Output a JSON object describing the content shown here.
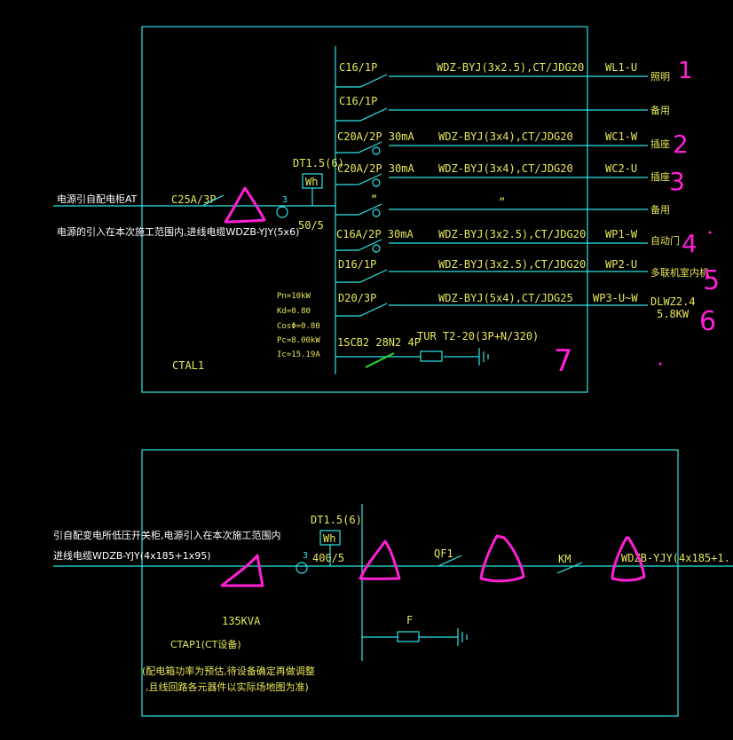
{
  "top_panel": {
    "incoming_line": "电源引自配电柜AT",
    "incoming_note": "电源的引入在本次施工范围内,进线电缆WDZB-YJY(5x6)",
    "main_breaker": "C25A/3P",
    "meter_label": "DT1.5(6)",
    "meter_symbol": "Wh",
    "ct_count": "3",
    "ct_ratio": "50/5",
    "params": [
      "Pn=10kW",
      "Kd=0.80",
      "CosΦ=0.80",
      "Pc=8.00kW",
      "Ic=15.19A"
    ],
    "panel_name": "CTAL1",
    "circuits": [
      {
        "breaker": "C16/1P",
        "cable": "WDZ-BYJ(3x2.5),CT/JDG20",
        "id": "WL1-U",
        "use": "照明"
      },
      {
        "breaker": "C16/1P",
        "cable": "",
        "id": "",
        "use": "备用"
      },
      {
        "breaker": "C20A/2P 30mA",
        "cable": "WDZ-BYJ(3x4),CT/JDG20",
        "id": "WC1-W",
        "use": "插座"
      },
      {
        "breaker": "C20A/2P 30mA",
        "cable": "WDZ-BYJ(3x4),CT/JDG20",
        "id": "WC2-U",
        "use": "插座"
      },
      {
        "breaker": "",
        "cable": "”",
        "id": "",
        "use": "备用"
      },
      {
        "breaker": "C16A/2P 30mA",
        "cable": "WDZ-BYJ(3x2.5),CT/JDG20",
        "id": "WP1-W",
        "use": "自动门"
      },
      {
        "breaker": "D16/1P",
        "cable": "WDZ-BYJ(3x2.5),CT/JDG20",
        "id": "WP2-U",
        "use": "多联机室内机"
      },
      {
        "breaker": "D20/3P",
        "cable": "WDZ-BYJ(5x4),CT/JDG25",
        "id": "WP3-U~W",
        "use": "DLWZ2.4"
      }
    ],
    "load_note": "5.8KW",
    "spd_breaker": "1SCB2 28N2 4P",
    "spd_label": "TUR T2-20(3P+N/320)",
    "tick_mark": "”"
  },
  "bottom_panel": {
    "incoming_line": "引自配变电所低压开关柜,电源引入在本次施工范围内",
    "incoming_cable": "进线电缆WDZB-YJY(4x185+1x95)",
    "meter_label": "DT1.5(6)",
    "meter_symbol": "Wh",
    "ct_count": "3",
    "ct_ratio": "400/5",
    "breaker_label": "QF1",
    "contactor_label": "KM",
    "outgoing_cable": "WDZB-YJY(4x185+1.",
    "capacity": "135KVA",
    "panel_name": "CTAP1(CT设备)",
    "spd_label": "F",
    "note_line1": "(配电箱功率为预估,待设备确定再做调整",
    "note_line2": ",且线回路各元器件以实际场地图为准)"
  },
  "annotations": [
    "1",
    "2",
    "3",
    "4",
    "5",
    "6",
    "7"
  ],
  "colors": {
    "line": "#2ee6e6",
    "text_white": "#ffffff",
    "text_yellow": "#e8e85a",
    "markup": "#ff1fd6",
    "background": "#000000"
  }
}
